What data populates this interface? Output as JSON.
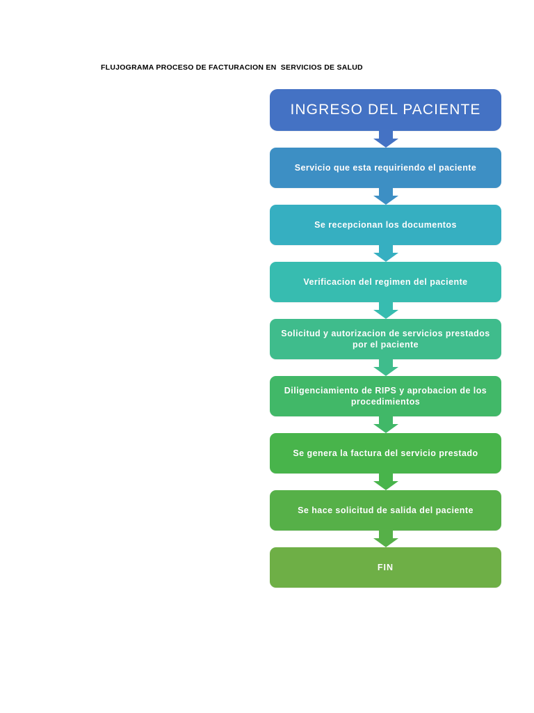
{
  "document": {
    "title": "FLUJOGRAMA PROCESO DE FACTURACION EN  SERVICIOS DE SALUD"
  },
  "flowchart": {
    "type": "flowchart",
    "orientation": "vertical",
    "background": "#ffffff",
    "text_color": "#ffffff",
    "nodes": [
      {
        "id": "n1",
        "label": "INGRESO DEL PACIENTE",
        "shape": "rounded-rectangle",
        "role": "start",
        "color": "#4472C4"
      },
      {
        "id": "n2",
        "label": "Servicio que esta requiriendo el paciente",
        "shape": "rounded-rectangle",
        "role": "process",
        "color": "#3D8FC4"
      },
      {
        "id": "n3",
        "label": "Se recepcionan los documentos",
        "shape": "rounded-rectangle",
        "role": "process",
        "color": "#36AFC1"
      },
      {
        "id": "n4",
        "label": "Verificacion del regimen del paciente",
        "shape": "rounded-rectangle",
        "role": "process",
        "color": "#37BCB0"
      },
      {
        "id": "n5",
        "label": "Solicitud y autorizacion de servicios prestados por el paciente",
        "shape": "rounded-rectangle",
        "role": "process",
        "color": "#3FBC8C"
      },
      {
        "id": "n6",
        "label": "Diligenciamiento de RIPS y aprobacion de los procedimientos",
        "shape": "rounded-rectangle",
        "role": "process",
        "color": "#41B868"
      },
      {
        "id": "n7",
        "label": "Se genera la factura del servicio prestado",
        "shape": "rounded-rectangle",
        "role": "process",
        "color": "#48B44B"
      },
      {
        "id": "n8",
        "label": "Se hace solicitud de salida del paciente",
        "shape": "rounded-rectangle",
        "role": "process",
        "color": "#56B048"
      },
      {
        "id": "n9",
        "label": "FIN",
        "shape": "rounded-rectangle",
        "role": "end",
        "color": "#6EAF46"
      }
    ],
    "connectors": [
      {
        "id": "a1",
        "from": "n1",
        "to": "n2",
        "shape": "down-arrow",
        "color": "#4472C4"
      },
      {
        "id": "a2",
        "from": "n2",
        "to": "n3",
        "shape": "down-arrow",
        "color": "#3D8FC4"
      },
      {
        "id": "a3",
        "from": "n3",
        "to": "n4",
        "shape": "down-arrow",
        "color": "#36AFC1"
      },
      {
        "id": "a4",
        "from": "n4",
        "to": "n5",
        "shape": "down-arrow",
        "color": "#37BCB0"
      },
      {
        "id": "a5",
        "from": "n5",
        "to": "n6",
        "shape": "down-arrow",
        "color": "#3FBC8C"
      },
      {
        "id": "a6",
        "from": "n6",
        "to": "n7",
        "shape": "down-arrow",
        "color": "#41B868"
      },
      {
        "id": "a7",
        "from": "n7",
        "to": "n8",
        "shape": "down-arrow",
        "color": "#48B44B"
      },
      {
        "id": "a8",
        "from": "n8",
        "to": "n9",
        "shape": "down-arrow",
        "color": "#56B048"
      }
    ]
  }
}
